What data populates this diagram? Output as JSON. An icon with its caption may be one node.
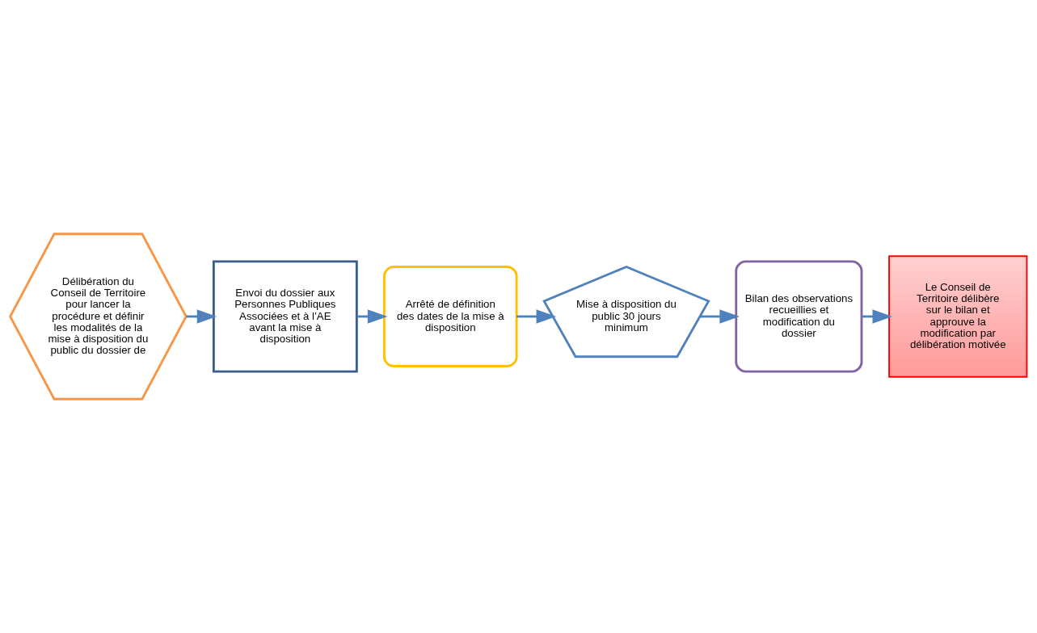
{
  "diagram": {
    "nodes": [
      {
        "text": [
          "Délibération du Conseil de Territoire pour lancer la procédure et définir les modalités de la mise à disposition du public du dossier de"
        ]
      },
      {
        "text": [
          "Envoi du dossier aux Personnes Publiques Associées et à l’AE avant la mise à disposition"
        ]
      },
      {
        "text": [
          "Arrêté de définition des dates de la mise à disposition"
        ]
      },
      {
        "text": [
          "Mise à disposition du public 30 jours minimum"
        ]
      },
      {
        "text": [
          "Bilan des observations recueillies et modification du dossier"
        ]
      },
      {
        "text": [
          "Le Conseil de Territoire délibère sur le bilan et approuve la modification par délibération motivée"
        ]
      }
    ],
    "edges": [
      {
        "from": 0,
        "to": 1,
        "arrow": "to"
      },
      {
        "from": 1,
        "to": 2,
        "arrow": "to"
      },
      {
        "from": 2,
        "to": 3,
        "arrow": "to"
      },
      {
        "from": 3,
        "to": 4,
        "arrow": "to"
      },
      {
        "from": 4,
        "to": 5,
        "arrow": "to"
      }
    ]
  }
}
